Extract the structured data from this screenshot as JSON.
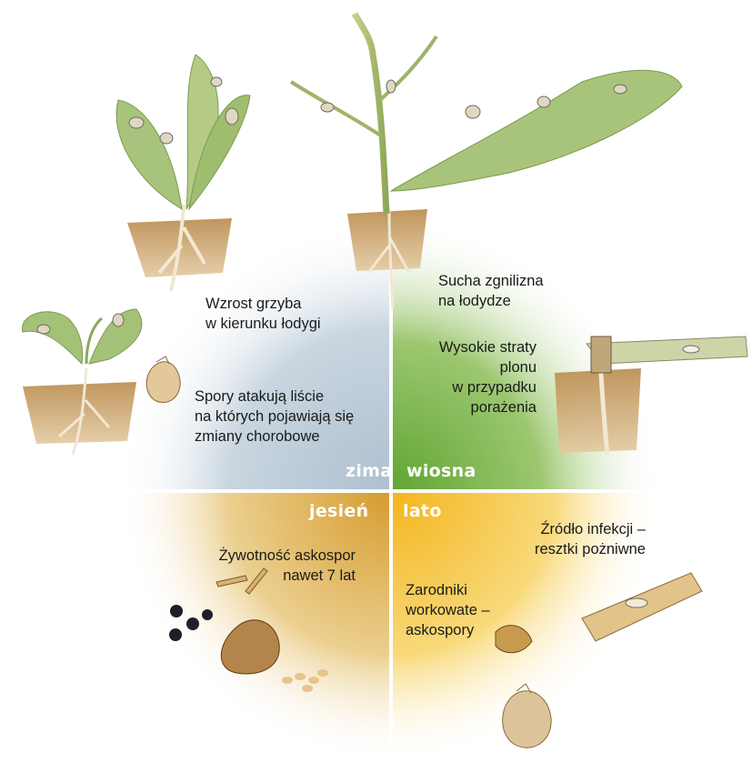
{
  "seasons": {
    "winter": "zima",
    "spring": "wiosna",
    "autumn": "jesień",
    "summer": "lato"
  },
  "captions": {
    "fungus_growth": [
      "Wzrost grzyba",
      "w kierunku łodygi"
    ],
    "spores_attack": [
      "Spory atakują liście",
      "na których pojawiają się",
      "zmiany chorobowe"
    ],
    "dry_rot": [
      "Sucha zgnilizna",
      "na łodydze"
    ],
    "yield_loss": [
      "Wysokie straty",
      "plonu",
      "w przypadku",
      "porażenia"
    ],
    "ascospore_viability": [
      "Żywotność askospor",
      "nawet 7 lat"
    ],
    "infection_source": [
      "Źródło infekcji –",
      "resztki pożniwne"
    ],
    "ascospores": [
      "Zarodniki",
      "workowate –",
      "askospory"
    ]
  },
  "colors": {
    "winter_quadrant": "#b9c9d6",
    "spring_quadrant": "#6eae3c",
    "autumn_quadrant": "#d9a640",
    "summer_quadrant": "#f2b927",
    "divider": "#ffffff",
    "leaf": "#a9c27a",
    "soil": "#c79a5c",
    "root": "#efe6d2"
  },
  "icons": [
    "rosette-plant-with-roots",
    "young-seedling-with-roots",
    "mature-stem-with-roots",
    "broken-stem-base",
    "stubble-residue",
    "ascospore-sac",
    "pseudothecia-dots"
  ]
}
